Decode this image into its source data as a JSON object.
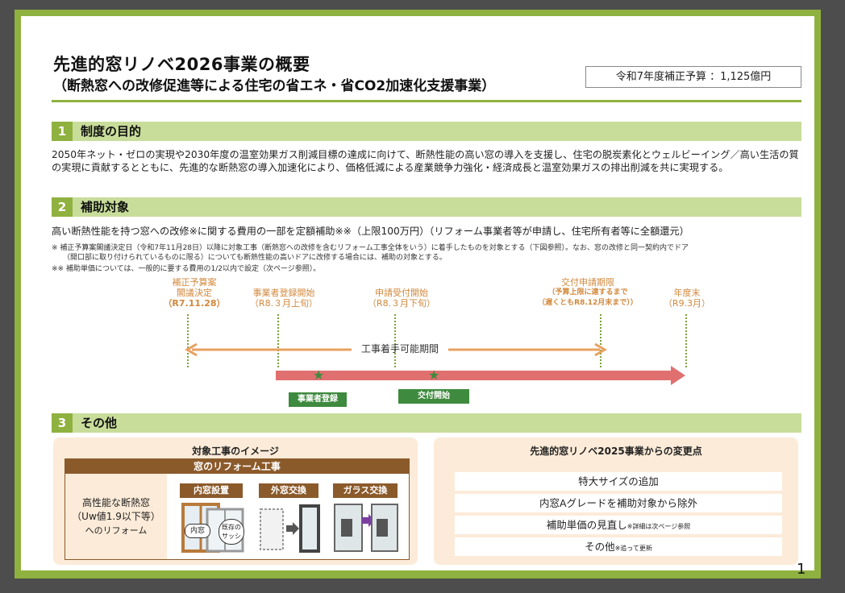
{
  "header": {
    "title": "先進的窓リノベ2026事業の概要",
    "subtitle": "（断熱窓への改修促進等による住宅の省エネ・省CO2加速化支援事業）",
    "budget": "令和7年度補正予算 ：1,125億円"
  },
  "sections": [
    {
      "number": "1",
      "title": "制度の目的"
    },
    {
      "number": "2",
      "title": "補助対象"
    },
    {
      "number": "3",
      "title": "その他"
    }
  ],
  "purpose": {
    "text": "2050年ネット・ゼロの実現や2030年度の温室効果ガス削減目標の達成に向けて、断熱性能の高い窓の導入を支援し、住宅の脱炭素化とウェルビーイング／高い生活の質の実現に貢献するとともに、先進的な断熱窓の導入加速化により、価格低減による産業競争力強化・経済成長と温室効果ガスの排出削減を共に実現する。"
  },
  "subsidy": {
    "lead": "高い断熱性能を持つ窓への改修※に関する費用の一部を定額補助※※（上限100万円）（リフォーム事業者等が申請し、住宅所有者等に全額還元）",
    "note1a": "※ 補正予算案閣議決定日（令和7年11月28日）以降に対象工事（断熱窓への改修を含むリフォーム工事全体をいう）に着手したものを対象とする（下図参照）。なお、窓の改修と同一契約内でドア",
    "note1b": "（開口部に取り付けられているものに限る）についても断熱性能の高いドアに改修する場合には、補助の対象とする。",
    "note2": "※※ 補助単価については、一般的に要する費用の1/2以内で設定（次ページ参照）。"
  },
  "timeline": {
    "milestones": [
      {
        "line1": "補正予算案",
        "line2": "閣議決定",
        "line3": "（R7.11.28）"
      },
      {
        "line1": "事業者登録開始",
        "line2": "（R8.３月上旬）"
      },
      {
        "line1": "申請受付開始",
        "line2": "（R8.３月下旬）"
      },
      {
        "line1": "交付申請期限",
        "line2": "（予算上限に達するまで",
        "line3": "（遅くともR8.12月末まで））"
      },
      {
        "line1": "年度末",
        "line2": "（R9.3月）"
      }
    ],
    "period_label": "工事着手可能期間",
    "tags": [
      "事業者登録",
      "交付開始"
    ]
  },
  "other": {
    "image_panel": {
      "title": "対象工事のイメージ",
      "header": "窓のリフォーム工事",
      "left_line1": "高性能な断熱窓",
      "left_line2": "（Uw値1.9以下等）",
      "left_line3": "へのリフォーム",
      "methods": [
        "内窓設置",
        "外窓交換",
        "ガラス交換"
      ],
      "inner_label": "内窓",
      "existing_label_1": "既存の",
      "existing_label_2": "サッシ"
    },
    "changes_panel": {
      "title": "先進的窓リノベ2025事業からの変更点",
      "items": [
        {
          "main": "特大サイズの追加",
          "note": ""
        },
        {
          "main": "内窓Aグレードを補助対象から除外",
          "note": ""
        },
        {
          "main": "補助単価の見直し",
          "note": "※詳細は次ページ参照"
        },
        {
          "main": "その他",
          "note": "※追って更新"
        }
      ]
    }
  },
  "page_number": "1",
  "colors": {
    "frame_green": "#8fb13f",
    "section_bar": "#c8dd9a",
    "orange": "#e8a060",
    "pink_arrow": "#e07070",
    "tag_green": "#3e8a3e",
    "panel_bg": "#fcebd8",
    "brown": "#8b5a2b"
  }
}
